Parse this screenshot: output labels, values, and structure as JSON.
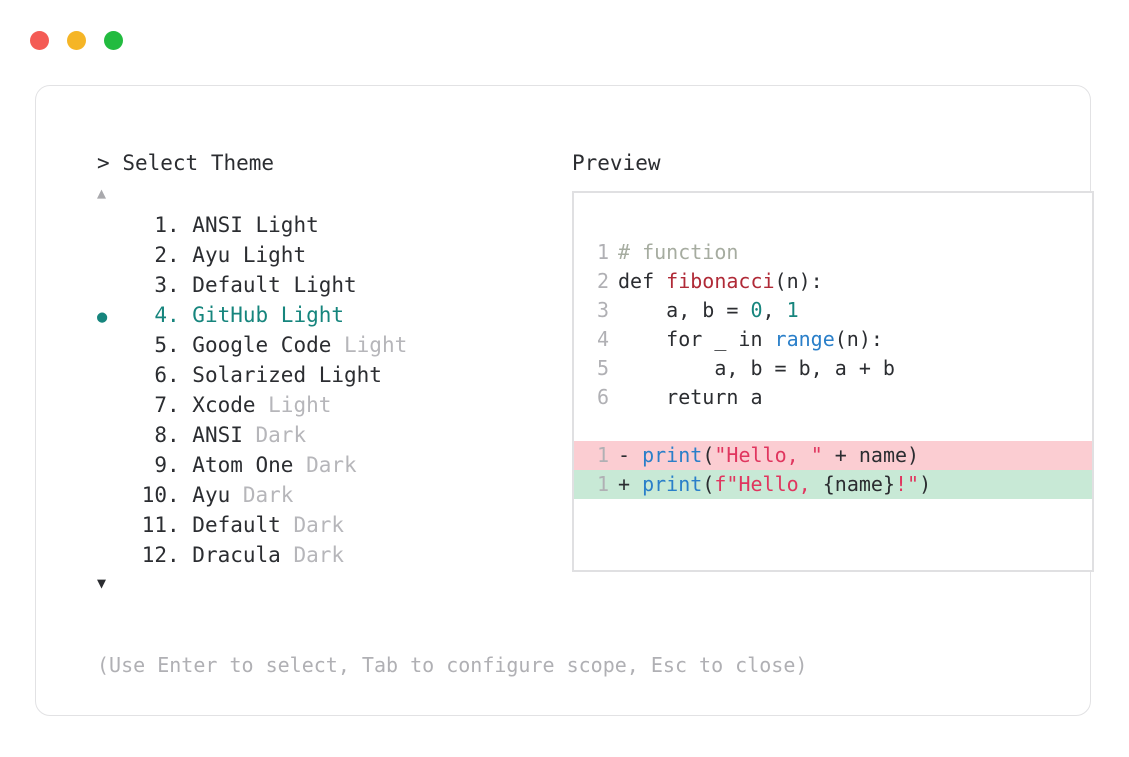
{
  "window": {
    "traffic_lights": [
      {
        "name": "close",
        "color": "#f45b55"
      },
      {
        "name": "minimize",
        "color": "#f5b526"
      },
      {
        "name": "maximize",
        "color": "#22bb3f"
      }
    ]
  },
  "picker": {
    "prompt_symbol": ">",
    "prompt_title": "Select Theme",
    "scroll_up_glyph": "▲",
    "scroll_down_glyph": "▼",
    "selected_index": 4,
    "bullet_glyph": "●",
    "separator": ". ",
    "items": [
      {
        "number": "1",
        "name": "ANSI",
        "variant": " Light",
        "variant_dim": false,
        "selected": false
      },
      {
        "number": "2",
        "name": "Ayu",
        "variant": " Light",
        "variant_dim": false,
        "selected": false
      },
      {
        "number": "3",
        "name": "Default",
        "variant": " Light",
        "variant_dim": false,
        "selected": false
      },
      {
        "number": "4",
        "name": "GitHub",
        "variant": " Light",
        "variant_dim": false,
        "selected": true
      },
      {
        "number": "5",
        "name": "Google Code",
        "variant": " Light",
        "variant_dim": true,
        "selected": false
      },
      {
        "number": "6",
        "name": "Solarized",
        "variant": " Light",
        "variant_dim": false,
        "selected": false
      },
      {
        "number": "7",
        "name": "Xcode",
        "variant": " Light",
        "variant_dim": true,
        "selected": false
      },
      {
        "number": "8",
        "name": "ANSI",
        "variant": " Dark",
        "variant_dim": true,
        "selected": false
      },
      {
        "number": "9",
        "name": "Atom One",
        "variant": " Dark",
        "variant_dim": true,
        "selected": false
      },
      {
        "number": "10",
        "name": "Ayu",
        "variant": " Dark",
        "variant_dim": true,
        "selected": false
      },
      {
        "number": "11",
        "name": "Default",
        "variant": " Dark",
        "variant_dim": true,
        "selected": false
      },
      {
        "number": "12",
        "name": "Dracula",
        "variant": " Dark",
        "variant_dim": true,
        "selected": false
      }
    ]
  },
  "preview": {
    "label": "Preview",
    "code_lines": [
      {
        "number": "1",
        "tokens": [
          {
            "t": "# function",
            "c": "comment"
          }
        ]
      },
      {
        "number": "2",
        "tokens": [
          {
            "t": "def ",
            "c": "plain"
          },
          {
            "t": "fibonacci",
            "c": "func"
          },
          {
            "t": "(n):",
            "c": "punct"
          }
        ]
      },
      {
        "number": "3",
        "tokens": [
          {
            "t": "    a, b = ",
            "c": "plain"
          },
          {
            "t": "0",
            "c": "num"
          },
          {
            "t": ", ",
            "c": "plain"
          },
          {
            "t": "1",
            "c": "num"
          }
        ]
      },
      {
        "number": "4",
        "tokens": [
          {
            "t": "    for _ in ",
            "c": "plain"
          },
          {
            "t": "range",
            "c": "builtin"
          },
          {
            "t": "(n):",
            "c": "punct"
          }
        ]
      },
      {
        "number": "5",
        "tokens": [
          {
            "t": "        a, b = b, a + b",
            "c": "plain"
          }
        ]
      },
      {
        "number": "6",
        "tokens": [
          {
            "t": "    return a",
            "c": "plain"
          }
        ]
      }
    ],
    "diff_lines": [
      {
        "number": "1",
        "sign": "- ",
        "kind": "del",
        "tokens": [
          {
            "t": "print",
            "c": "builtin"
          },
          {
            "t": "(",
            "c": "punct"
          },
          {
            "t": "\"Hello, \"",
            "c": "string"
          },
          {
            "t": " + name",
            "c": "plain"
          },
          {
            "t": ")",
            "c": "punct"
          }
        ]
      },
      {
        "number": "1",
        "sign": "+ ",
        "kind": "add",
        "tokens": [
          {
            "t": "print",
            "c": "builtin"
          },
          {
            "t": "(",
            "c": "punct"
          },
          {
            "t": "f\"Hello, ",
            "c": "string"
          },
          {
            "t": "{name}",
            "c": "plain"
          },
          {
            "t": "!\"",
            "c": "string"
          },
          {
            "t": ")",
            "c": "punct"
          }
        ]
      }
    ]
  },
  "footer": {
    "hint": "(Use Enter to select, Tab to configure scope, Esc to close)"
  }
}
